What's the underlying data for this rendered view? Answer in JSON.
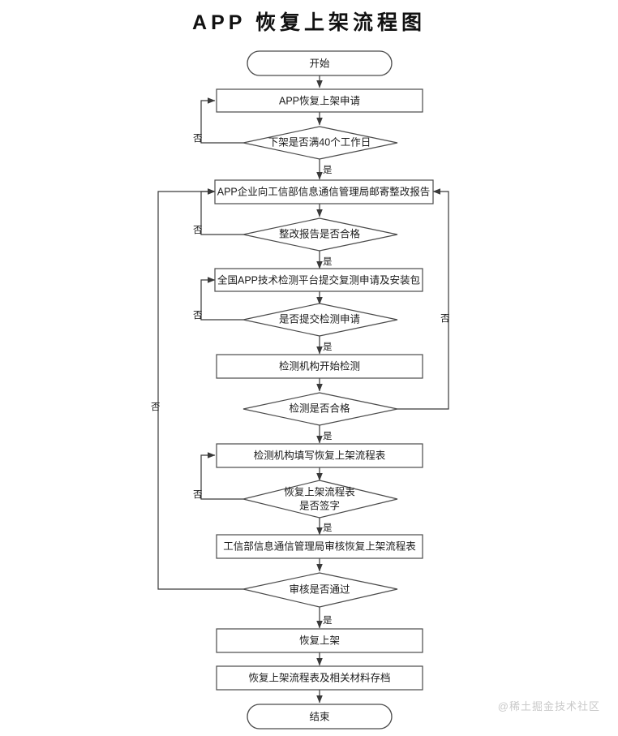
{
  "title": "APP 恢复上架流程图",
  "watermark": "@稀土掘金技术社区",
  "colors": {
    "background": "#ffffff",
    "stroke": "#4a4a4a",
    "connector": "#3a3a3a",
    "text": "#1a1a1a",
    "watermark": "#c9c9c9"
  },
  "nodes": {
    "start": {
      "label": "开始",
      "type": "terminator"
    },
    "apply": {
      "label": "APP恢复上架申请",
      "type": "process"
    },
    "d_40days": {
      "label": "下架是否满40个工作日",
      "type": "decision"
    },
    "mail_report": {
      "label": "APP企业向工信部信息通信管理局邮寄整改报告",
      "type": "process"
    },
    "d_report_ok": {
      "label": "整改报告是否合格",
      "type": "decision"
    },
    "submit_platform": {
      "label": "全国APP技术检测平台提交复测申请及安装包",
      "type": "process"
    },
    "d_submit_test": {
      "label": "是否提交检测申请",
      "type": "decision"
    },
    "start_test": {
      "label": "检测机构开始检测",
      "type": "process"
    },
    "d_test_ok": {
      "label": "检测是否合格",
      "type": "decision"
    },
    "fill_form": {
      "label": "检测机构填写恢复上架流程表",
      "type": "process"
    },
    "d_signed_line1": {
      "label": "恢复上架流程表",
      "type": "decision"
    },
    "d_signed_line2": {
      "label": "是否签字",
      "type": "decision"
    },
    "review_form": {
      "label": "工信部信息通信管理局审核恢复上架流程表",
      "type": "process"
    },
    "d_review_pass": {
      "label": "审核是否通过",
      "type": "decision"
    },
    "restore": {
      "label": "恢复上架",
      "type": "process"
    },
    "archive": {
      "label": "恢复上架流程表及相关材料存档",
      "type": "process"
    },
    "end": {
      "label": "结束",
      "type": "terminator"
    }
  },
  "edge_labels": {
    "yes": "是",
    "no": "否",
    "yes_40days": "是",
    "no_40days": "否",
    "yes_report_ok": "是",
    "no_report_ok": "否",
    "yes_submit_test": "是",
    "no_submit_test": "否",
    "yes_test_ok": "是",
    "no_test_ok": "否",
    "yes_signed": "是",
    "no_signed": "否",
    "yes_review": "是",
    "no_review": "否"
  }
}
